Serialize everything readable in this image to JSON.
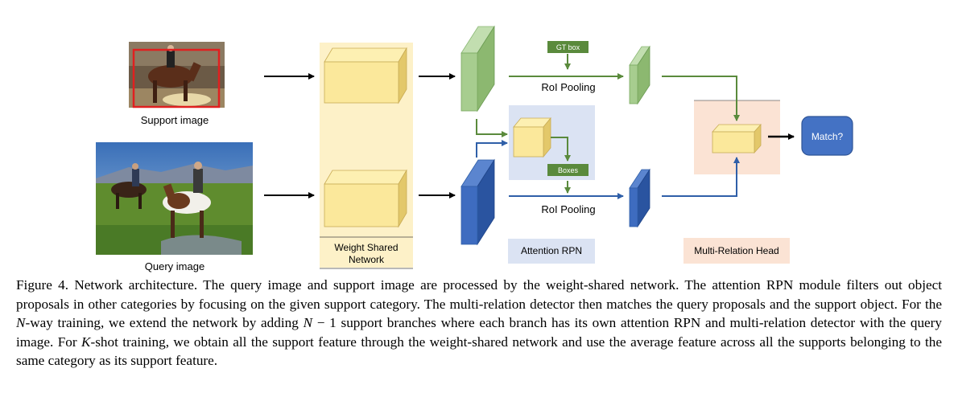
{
  "labels": {
    "support_image": "Support image",
    "query_image": "Query image",
    "weight_shared_line1": "Weight Shared",
    "weight_shared_line2": "Network",
    "gt_box": "GT box",
    "roi_pooling_top": "RoI Pooling",
    "roi_pooling_bottom": "RoI Pooling",
    "boxes": "Boxes",
    "attention_rpn": "Attention RPN",
    "multi_relation_head": "Multi-Relation Head",
    "match": "Match?"
  },
  "caption": {
    "part1": "Figure 4. Network architecture.  The query image and support image are processed by the weight-shared network.  The attention RPN module filters out object proposals in other categories by focusing on the given support category. The multi-relation detector then matches the query proposals and the support object. For the ",
    "n1": "N",
    "part2": "-way training, we extend the network by adding ",
    "n2": "N",
    "part3": " − 1 support branches where each branch has its own attention RPN and multi-relation detector with the query image. For ",
    "k": "K",
    "part4": "-shot training, we obtain all the support feature through the weight-shared network and use the average feature across all the supports belonging to the same category as its support feature."
  },
  "colors": {
    "yellow_face": "#fbe89b",
    "yellow_dark": "#e3c86a",
    "network_bg": "#fdf1c8",
    "green": "#5a8a3c",
    "green_face": "#a7cd8f",
    "blue": "#2f5fa8",
    "blue_face": "#3e6cc0",
    "rpn_bg": "#dbe3f3",
    "head_bg": "#fbe3d4",
    "match_bg": "#4472c4"
  }
}
